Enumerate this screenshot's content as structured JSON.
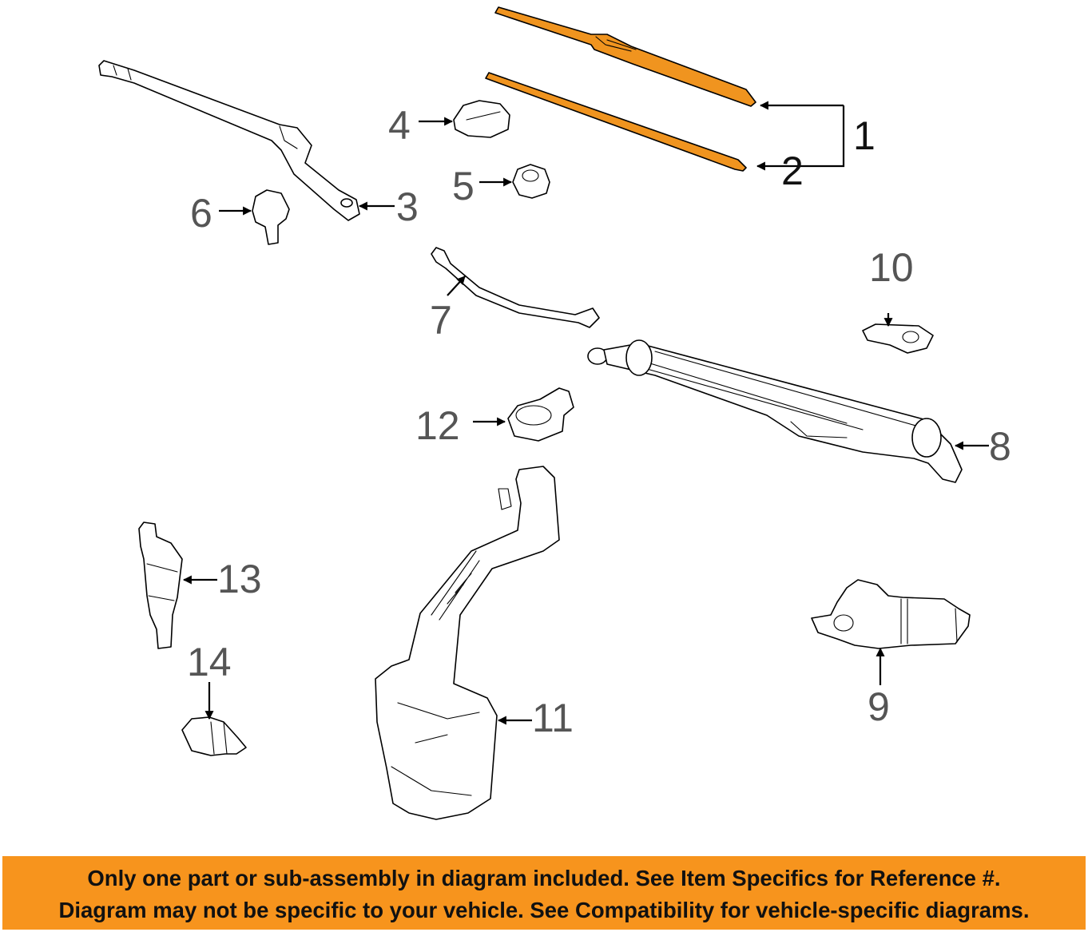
{
  "callouts": {
    "c1": "1",
    "c2": "2",
    "c3": "3",
    "c4": "4",
    "c5": "5",
    "c6": "6",
    "c7": "7",
    "c8": "8",
    "c9": "9",
    "c10": "10",
    "c11": "11",
    "c12": "12",
    "c13": "13",
    "c14": "14"
  },
  "colors": {
    "highlight": "#f0941f",
    "banner": "#f7941d",
    "callout_text": "#555555"
  },
  "notice": {
    "line1": "Only one part or sub-assembly in diagram included. See Item Specifics for Reference #.",
    "line2": "Diagram may not be specific to your vehicle. See Compatibility for vehicle-specific diagrams."
  }
}
